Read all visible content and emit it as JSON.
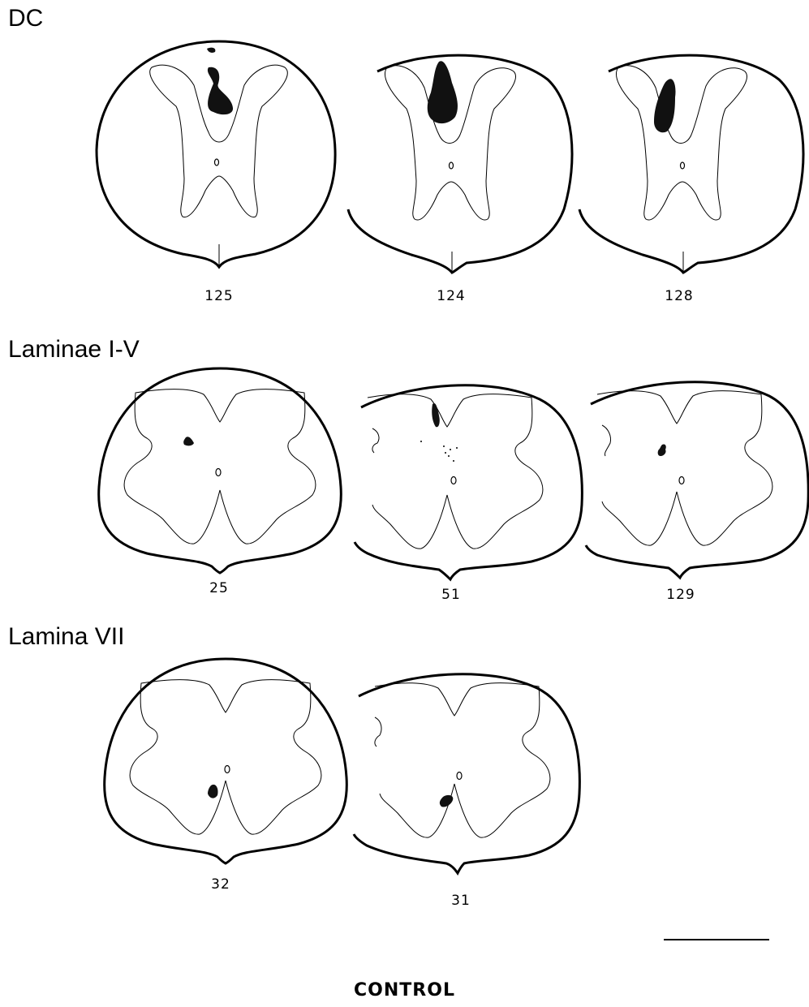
{
  "rows": {
    "dc": {
      "title": "DC",
      "sections": [
        "125",
        "124",
        "128"
      ]
    },
    "laminae": {
      "title": "Laminae I-V",
      "sections": [
        "25",
        "51",
        "129"
      ]
    },
    "lamina7": {
      "title": "Lamina VII",
      "sections": [
        "32",
        "31"
      ]
    }
  },
  "canal_mark": "0",
  "footer": "CONTROL"
}
